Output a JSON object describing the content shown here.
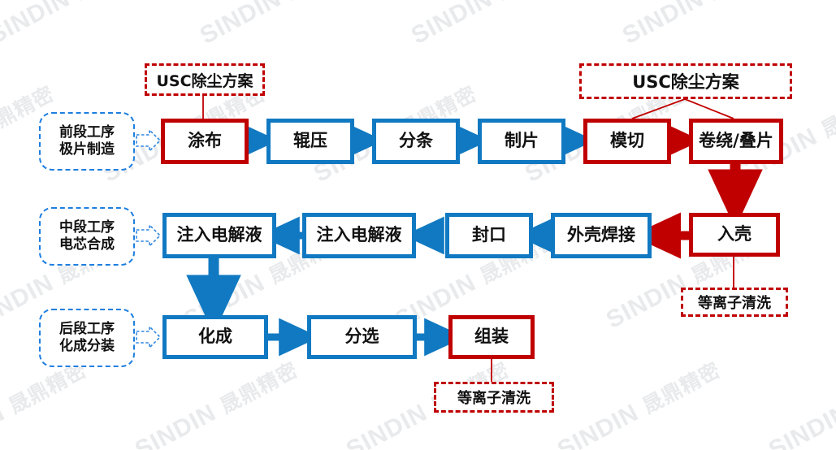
{
  "watermark": {
    "en": "SINDIN",
    "cn": "晟鼎精密"
  },
  "colors": {
    "blue": "#1079c2",
    "red": "#c00000",
    "label_blue": "#1d7ee0",
    "text": "#111111",
    "background": "#ffffff",
    "watermark": "#e8eaec"
  },
  "stage_labels": [
    {
      "name": "front-stage",
      "line1": "前段工序",
      "line2": "极片制造"
    },
    {
      "name": "mid-stage",
      "line1": "中段工序",
      "line2": "电芯合成"
    },
    {
      "name": "back-stage",
      "line1": "后段工序",
      "line2": "化成分装"
    }
  ],
  "callouts": [
    {
      "name": "usc-left",
      "text": "USC除尘方案",
      "color": "#c00000",
      "font_size": "19px"
    },
    {
      "name": "usc-right",
      "text": "USC除尘方案",
      "color": "#c00000",
      "font_size": "21px"
    },
    {
      "name": "plasma-shell",
      "text": "等离子清洗",
      "color": "#c00000",
      "font_size": "18px"
    },
    {
      "name": "plasma-assembly",
      "text": "等离子清洗",
      "color": "#c00000",
      "font_size": "18px"
    }
  ],
  "rows": [
    {
      "name": "row-front",
      "nodes": [
        {
          "name": "node-coating",
          "text": "涂布",
          "style": "red"
        },
        {
          "name": "node-rolling",
          "text": "辊压",
          "style": "blue"
        },
        {
          "name": "node-slitting",
          "text": "分条",
          "style": "blue"
        },
        {
          "name": "node-sheeting",
          "text": "制片",
          "style": "blue"
        },
        {
          "name": "node-diecutting",
          "text": "模切",
          "style": "red"
        },
        {
          "name": "node-winding",
          "text": "卷绕/叠片",
          "style": "red"
        }
      ]
    },
    {
      "name": "row-mid",
      "nodes": [
        {
          "name": "node-electrolyte-2",
          "text": "注入电解液",
          "style": "blue"
        },
        {
          "name": "node-electrolyte-1",
          "text": "注入电解液",
          "style": "blue"
        },
        {
          "name": "node-sealing",
          "text": "封口",
          "style": "blue"
        },
        {
          "name": "node-shell-welding",
          "text": "外壳焊接",
          "style": "blue"
        },
        {
          "name": "node-into-shell",
          "text": "入壳",
          "style": "red"
        }
      ]
    },
    {
      "name": "row-back",
      "nodes": [
        {
          "name": "node-formation",
          "text": "化成",
          "style": "blue"
        },
        {
          "name": "node-sorting",
          "text": "分选",
          "style": "blue"
        },
        {
          "name": "node-assembly",
          "text": "组装",
          "style": "red"
        }
      ]
    }
  ]
}
